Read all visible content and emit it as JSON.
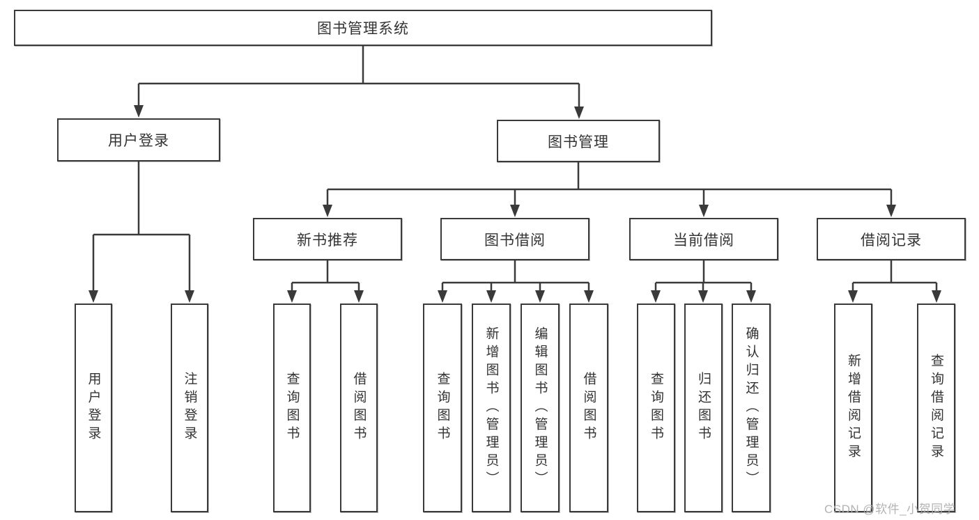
{
  "tree": {
    "label": "图书管理系统",
    "children": [
      {
        "label": "用户登录",
        "children": [
          {
            "label": "用户登录"
          },
          {
            "label": "注销登录"
          }
        ]
      },
      {
        "label": "图书管理",
        "children": [
          {
            "label": "新书推荐",
            "children": [
              {
                "label": "查询图书"
              },
              {
                "label": "借阅图书"
              }
            ]
          },
          {
            "label": "图书借阅",
            "children": [
              {
                "label": "查询图书"
              },
              {
                "label": "新增图书（管理员）"
              },
              {
                "label": "编辑图书（管理员）"
              },
              {
                "label": "借阅图书"
              }
            ]
          },
          {
            "label": "当前借阅",
            "children": [
              {
                "label": "查询图书"
              },
              {
                "label": "归还图书"
              },
              {
                "label": "确认归还（管理员）"
              }
            ]
          },
          {
            "label": "借阅记录",
            "children": [
              {
                "label": "新增借阅记录"
              },
              {
                "label": "查询借阅记录"
              }
            ]
          }
        ]
      }
    ]
  },
  "watermark": {
    "text": "CSDN @软件_小贺同学"
  },
  "colors": {
    "line": "#3a3a3a",
    "box_border": "#3a3a3a",
    "box_fill": "#ffffff",
    "text": "#333333",
    "watermark": "#afafaf",
    "background": "#ffffff"
  }
}
